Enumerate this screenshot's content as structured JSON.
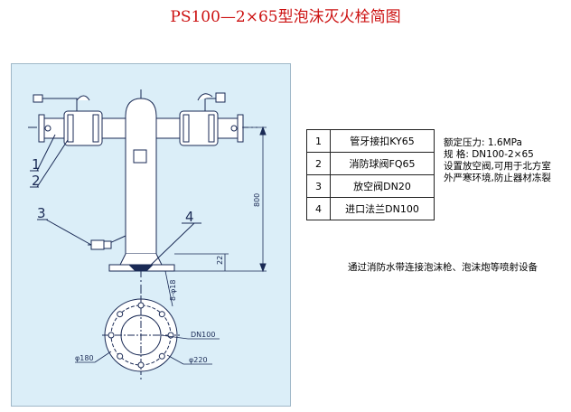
{
  "title": "PS100—2×65型泡沫灭火栓简图",
  "callouts": [
    "1",
    "2",
    "3",
    "4"
  ],
  "dimensions": {
    "height_total": "800",
    "height_base": "22",
    "bolt_hole": "8-φ18",
    "nominal": "DN100",
    "bolt_circle": "φ180",
    "outer_diameter": "φ220"
  },
  "parts_table": [
    {
      "index": "1",
      "name": "管牙接扣KY65"
    },
    {
      "index": "2",
      "name": "消防球阀FQ65"
    },
    {
      "index": "3",
      "name": "放空阀DN20"
    },
    {
      "index": "4",
      "name": "进口法兰DN100"
    }
  ],
  "specs": [
    "额定压力: 1.6MPa",
    "规    格: DN100-2×65",
    "设置放空阀,可用于北方室",
    "外严寒环境,防止器材冻裂"
  ],
  "note": "通过消防水带连接泡沫枪、泡沫炮等喷射设备",
  "colors": {
    "title": "#cc1111",
    "panel_bg": "#dbeef8",
    "line": "#1a2a55"
  }
}
